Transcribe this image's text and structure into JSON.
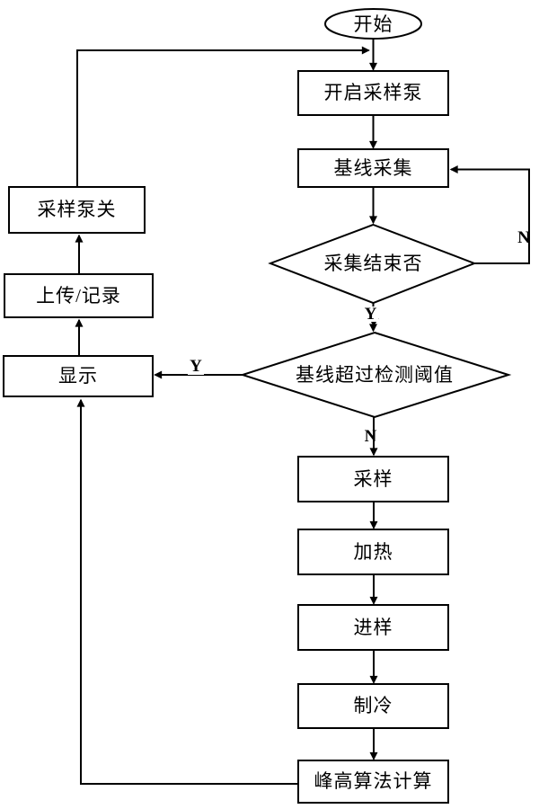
{
  "colors": {
    "stroke": "#000000",
    "background": "#ffffff",
    "text": "#000000"
  },
  "nodes": {
    "start": {
      "label": "开始",
      "type": "terminator"
    },
    "open_pump": {
      "label": "开启采样泵",
      "type": "process"
    },
    "baseline_collect": {
      "label": "基线采集",
      "type": "process"
    },
    "collect_done": {
      "label": "采集结束否",
      "type": "decision"
    },
    "baseline_exceed": {
      "label": "基线超过检测阈值",
      "type": "decision"
    },
    "sample": {
      "label": "采样",
      "type": "process"
    },
    "heat": {
      "label": "加热",
      "type": "process"
    },
    "inject": {
      "label": "进样",
      "type": "process"
    },
    "cool": {
      "label": "制冷",
      "type": "process"
    },
    "peak_calc": {
      "label": "峰高算法计算",
      "type": "process"
    },
    "display": {
      "label": "显示",
      "type": "process"
    },
    "upload_record": {
      "label": "上传/记录",
      "type": "process"
    },
    "pump_off": {
      "label": "采样泵关",
      "type": "process"
    }
  },
  "edge_labels": {
    "collect_done_no": "N",
    "collect_done_yes": "Y",
    "baseline_exceed_yes": "Y",
    "baseline_exceed_no": "N"
  }
}
